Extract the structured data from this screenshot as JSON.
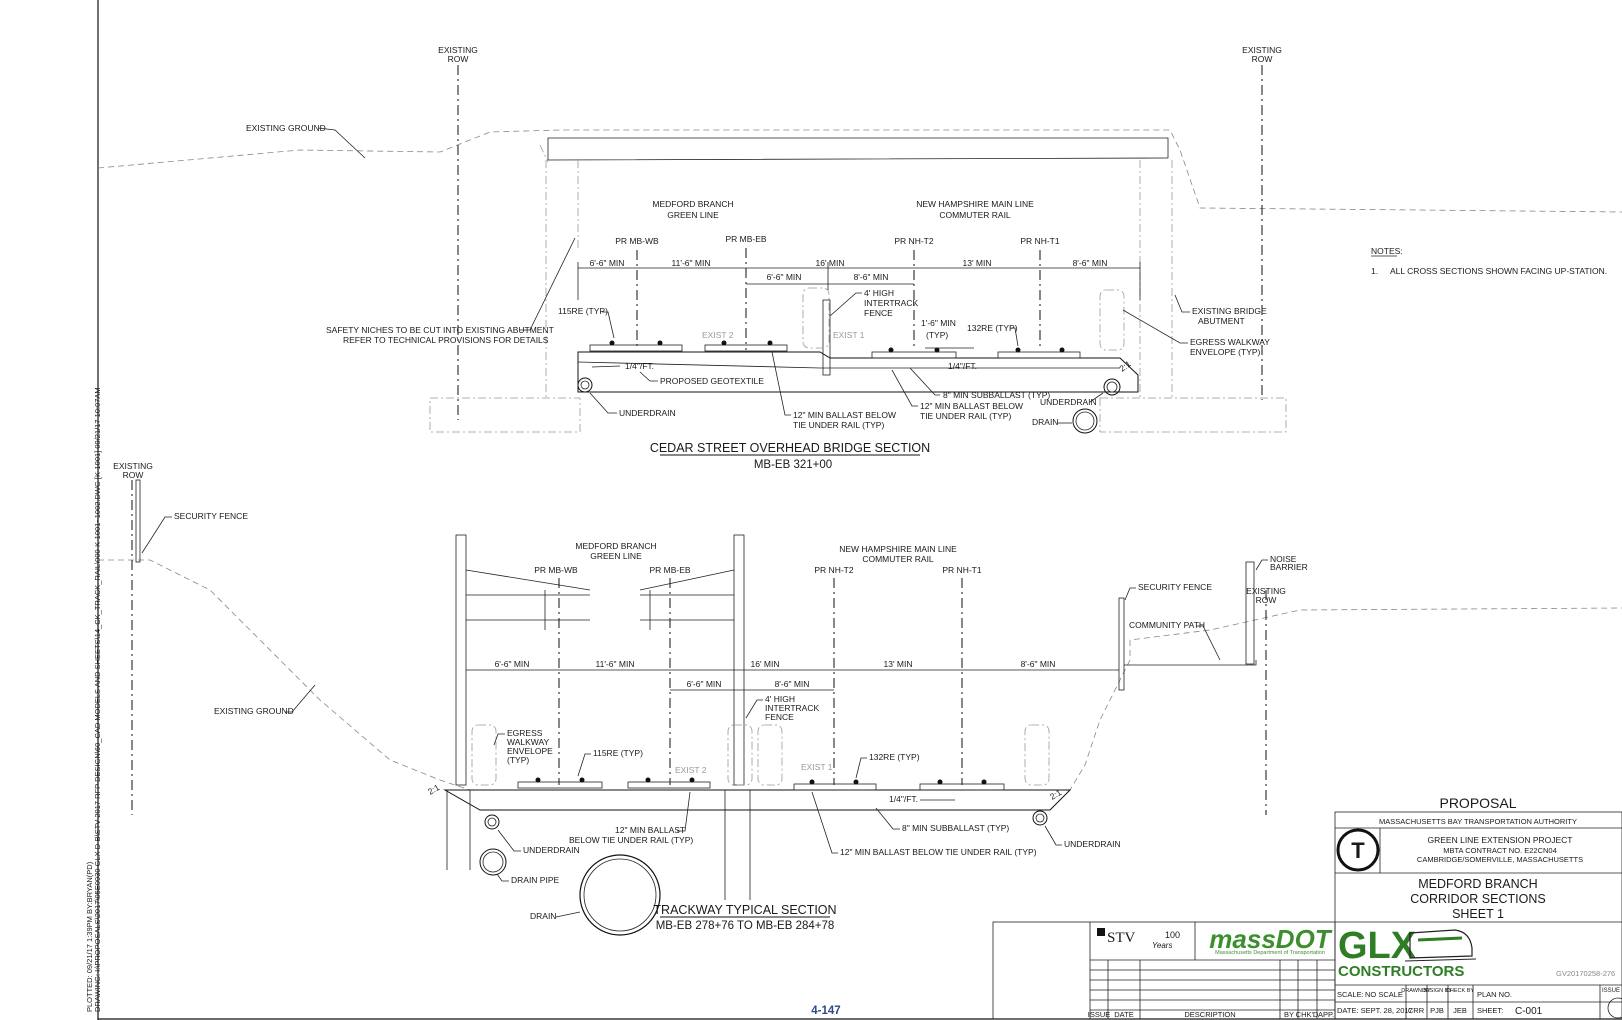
{
  "top_section": {
    "title": "CEDAR STREET OVERHEAD BRIDGE SECTION",
    "station": "MB-EB 321+00",
    "row_left": "EXISTING\nROW",
    "row_right": "EXISTING\nROW",
    "existing_ground": "EXISTING GROUND",
    "medford_branch": "MEDFORD BRANCH",
    "green_line": "GREEN LINE",
    "nh_main_line": "NEW HAMPSHIRE MAIN LINE",
    "commuter_rail": "COMMUTER RAIL",
    "tracks": [
      "PR MB-WB",
      "PR MB-EB",
      "PR NH-T2",
      "PR NH-T1"
    ],
    "dims": [
      "6'-6\" MIN",
      "11'-6\"  MIN",
      "6'-6\" MIN",
      "16' MIN",
      "8'-6\" MIN",
      "13' MIN",
      "8'-6\" MIN"
    ],
    "labels": {
      "rail115": "115RE (TYP)",
      "safety1": "SAFETY NICHES TO BE CUT INTO EXISTING ABUTMENT",
      "safety2": "REFER TO TECHNICAL PROVISIONS FOR DETAILS",
      "fence1": "4' HIGH",
      "fence2": "INTERTRACK",
      "fence3": "FENCE",
      "typ1": "1'-6\" MIN",
      "typ2": "(TYP)",
      "rail132": "132RE (TYP)",
      "abut1": "EXISTING BRIDGE",
      "abut2": "ABUTMENT",
      "egress1": "EGRESS WALKWAY",
      "egress2": "ENVELOPE (TYP)",
      "exist2": "EXIST 2",
      "exist1": "EXIST 1",
      "slope_l": "1/4\"/FT.",
      "slope_r": "1/4\"/FT.",
      "ratio": "2:1",
      "geotextile": "PROPOSED GEOTEXTILE",
      "subballast": "8\" MIN SUBBALLAST (TYP)",
      "ballast_b1": "12\" MIN BALLAST BELOW",
      "ballast_b2": "TIE UNDER RAIL (TYP)",
      "ballast_a1": "12\" MIN BALLAST BELOW",
      "ballast_a2": "TIE UNDER RAIL (TYP)",
      "underdrain_l": "UNDERDRAIN",
      "underdrain_r": "UNDERDRAIN",
      "drain": "DRAIN"
    }
  },
  "bottom_section": {
    "title": "TRACKWAY TYPICAL SECTION",
    "station": "MB-EB 278+76 TO MB-EB 284+78",
    "row_left": "EXISTING\nROW",
    "row_right": "EXISTING\nROW",
    "security_fence_l": "SECURITY FENCE",
    "security_fence_r": "SECURITY FENCE",
    "existing_ground": "EXISTING GROUND",
    "medford_branch": "MEDFORD BRANCH",
    "green_line": "GREEN LINE",
    "nh_main_line": "NEW HAMPSHIRE MAIN LINE",
    "commuter_rail": "COMMUTER RAIL",
    "tracks": [
      "PR MB-WB",
      "PR MB-EB",
      "PR NH-T2",
      "PR NH-T1"
    ],
    "dims": [
      "6'-6\" MIN",
      "11'-6\"  MIN",
      "6'-6\" MIN",
      "16' MIN",
      "8'-6\" MIN",
      "13' MIN",
      "8'-6\" MIN"
    ],
    "labels": {
      "noise1": "NOISE",
      "noise2": "BARRIER",
      "community": "COMMUNITY PATH",
      "egress1": "EGRESS",
      "egress2": "WALKWAY",
      "egress3": "ENVELOPE",
      "egress4": "(TYP)",
      "rail115": "115RE (TYP)",
      "fence1": "4' HIGH",
      "fence2": "INTERTRACK",
      "fence3": "FENCE",
      "rail132": "132RE (TYP)",
      "exist2": "EXIST 2",
      "exist1": "EXIST 1",
      "slope": "1/4\"/FT.",
      "ratio_l": "2:1",
      "ratio_r": "2:1",
      "underdrain_l": "UNDERDRAIN",
      "underdrain_r": "UNDERDRAIN",
      "ballast_l1": "12\" MIN BALLAST",
      "ballast_l2": "BELOW TIE UNDER RAIL (TYP)",
      "subballast": "8\" MIN SUBBALLAST (TYP)",
      "ballast_r": "12\" MIN BALLAST BELOW TIE UNDER RAIL (TYP)",
      "drain_pipe": "DRAIN PIPE",
      "drain": "DRAIN"
    }
  },
  "notes": {
    "heading": "NOTES:",
    "item_number": "1.",
    "item_text": "ALL CROSS SECTIONS SHOWN FACING UP-STATION."
  },
  "title_block": {
    "proposal": "PROPOSAL",
    "authority": "MASSACHUSETTS BAY TRANSPORTATION AUTHORITY",
    "project": "GREEN LINE EXTENSION PROJECT",
    "contract": "MBTA CONTRACT NO. E22CN04",
    "location": "CAMBRIDGE/SOMERVILLE, MASSACHUSETTS",
    "sheet_title_1": "MEDFORD BRANCH",
    "sheet_title_2": "CORRIDOR SECTIONS",
    "sheet_title_3": "SHEET 1",
    "mbta_logo": "T",
    "stv": "STV",
    "stv_years_num": "100",
    "stv_years": "Years",
    "massdot": "massDOT",
    "massdot_sub": "Massachusetts Department of Transportation",
    "glx": "GLX",
    "constructors": "CONSTRUCTORS",
    "doc_ref": "GV20170258-276",
    "scale_label": "SCALE:",
    "scale_value": "NO SCALE",
    "drawn_by_label": "DRAWN BY",
    "design_by_label": "DESIGN BY",
    "check_by_label": "CHECK BY",
    "plan_no_label": "PLAN NO.",
    "issue_label": "ISSUE",
    "date_label": "DATE: SEPT. 28, 2017",
    "drawn_by": "CRR",
    "design_by": "PJB",
    "check_by": "JEB",
    "sheet_label": "SHEET:",
    "sheet_no": "C-001",
    "rev_headers": [
      "ISSUE",
      "DATE",
      "DESCRIPTION",
      "BY",
      "CHK'D",
      "APP."
    ]
  },
  "page_number": "4-147",
  "plot_stamp_1": "PLOTTED: 09/21/17 1:39PM BY:BRYAN(PD)",
  "plot_stamp_2": "DRAWING: I:\\PROPOSALS\\2017\\05E0930 GLX D-B\\STV 2017 RFP DESIGN\\60_CAD MODELS AND SHEETS\\14_CK_TRACK_RAIL\\000-K-1001~1002.DWG  [K-1001]  09/21/17 10:07AM"
}
